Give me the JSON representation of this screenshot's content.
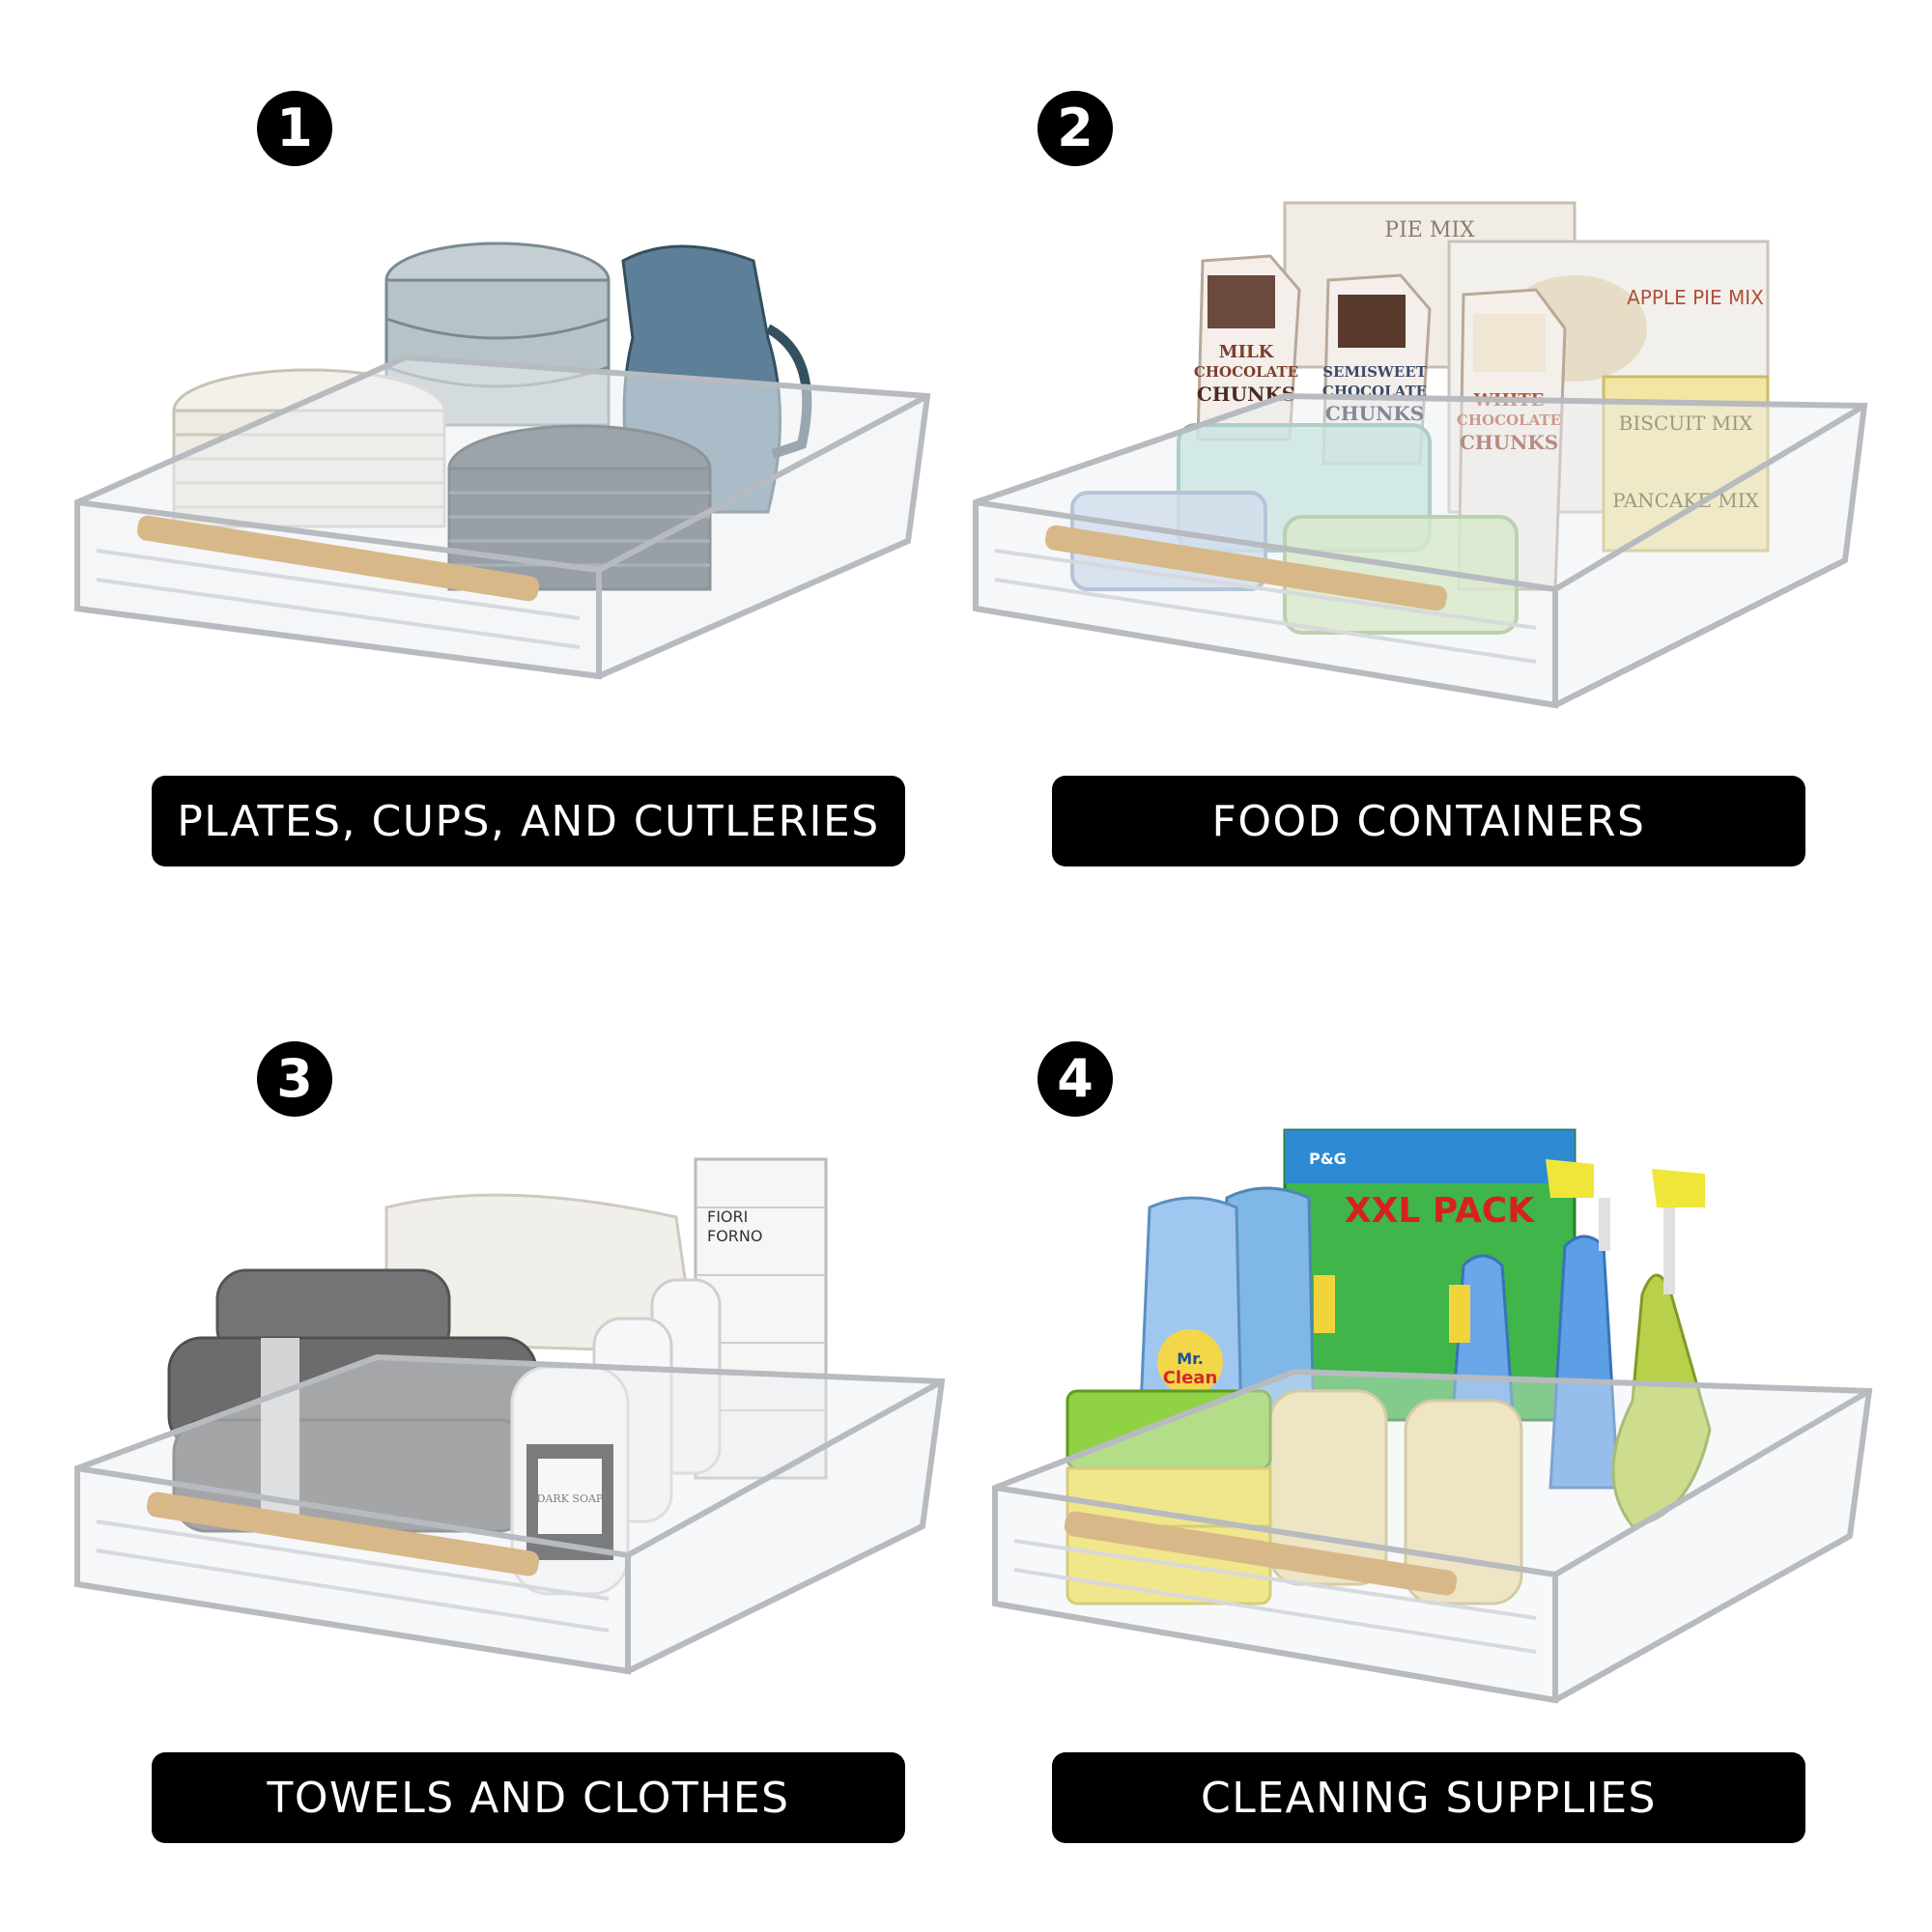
{
  "panels": [
    {
      "number": "1",
      "caption": "PLATES, CUPS, AND CUTLERIES"
    },
    {
      "number": "2",
      "caption": "FOOD CONTAINERS"
    },
    {
      "number": "3",
      "caption": "TOWELS AND CLOTHES"
    },
    {
      "number": "4",
      "caption": "CLEANING SUPPLIES"
    }
  ],
  "product_labels": {
    "milk_choc_1": "MILK",
    "milk_choc_2": "CHOCOLATE",
    "milk_choc_3": "CHUNKS",
    "semi_1": "SEMISWEET",
    "semi_2": "CHOCOLATE",
    "semi_3": "CHUNKS",
    "white_1": "WHITE",
    "white_2": "CHOCOLATE",
    "white_3": "CHUNKS",
    "pie_mix": "PIE MIX",
    "apple_pie_mix": "APPLE PIE MIX",
    "biscuit_mix": "BISCUIT MIX",
    "pancake_mix": "PANCAKE MIX",
    "fiori_1": "FIORI",
    "fiori_2": "FORNO",
    "dark_soap": "DARK SOAP",
    "xxl_pack": "XXL PACK",
    "pg": "P&G",
    "mr_clean_1": "Mr.",
    "mr_clean_2": "Clean"
  },
  "colors": {
    "background": "#ffffff",
    "badge": "#000000",
    "caption_bg": "#000000",
    "caption_text": "#ffffff",
    "wood_handle": "#d8b889",
    "chrome": "#c9ccd0"
  }
}
